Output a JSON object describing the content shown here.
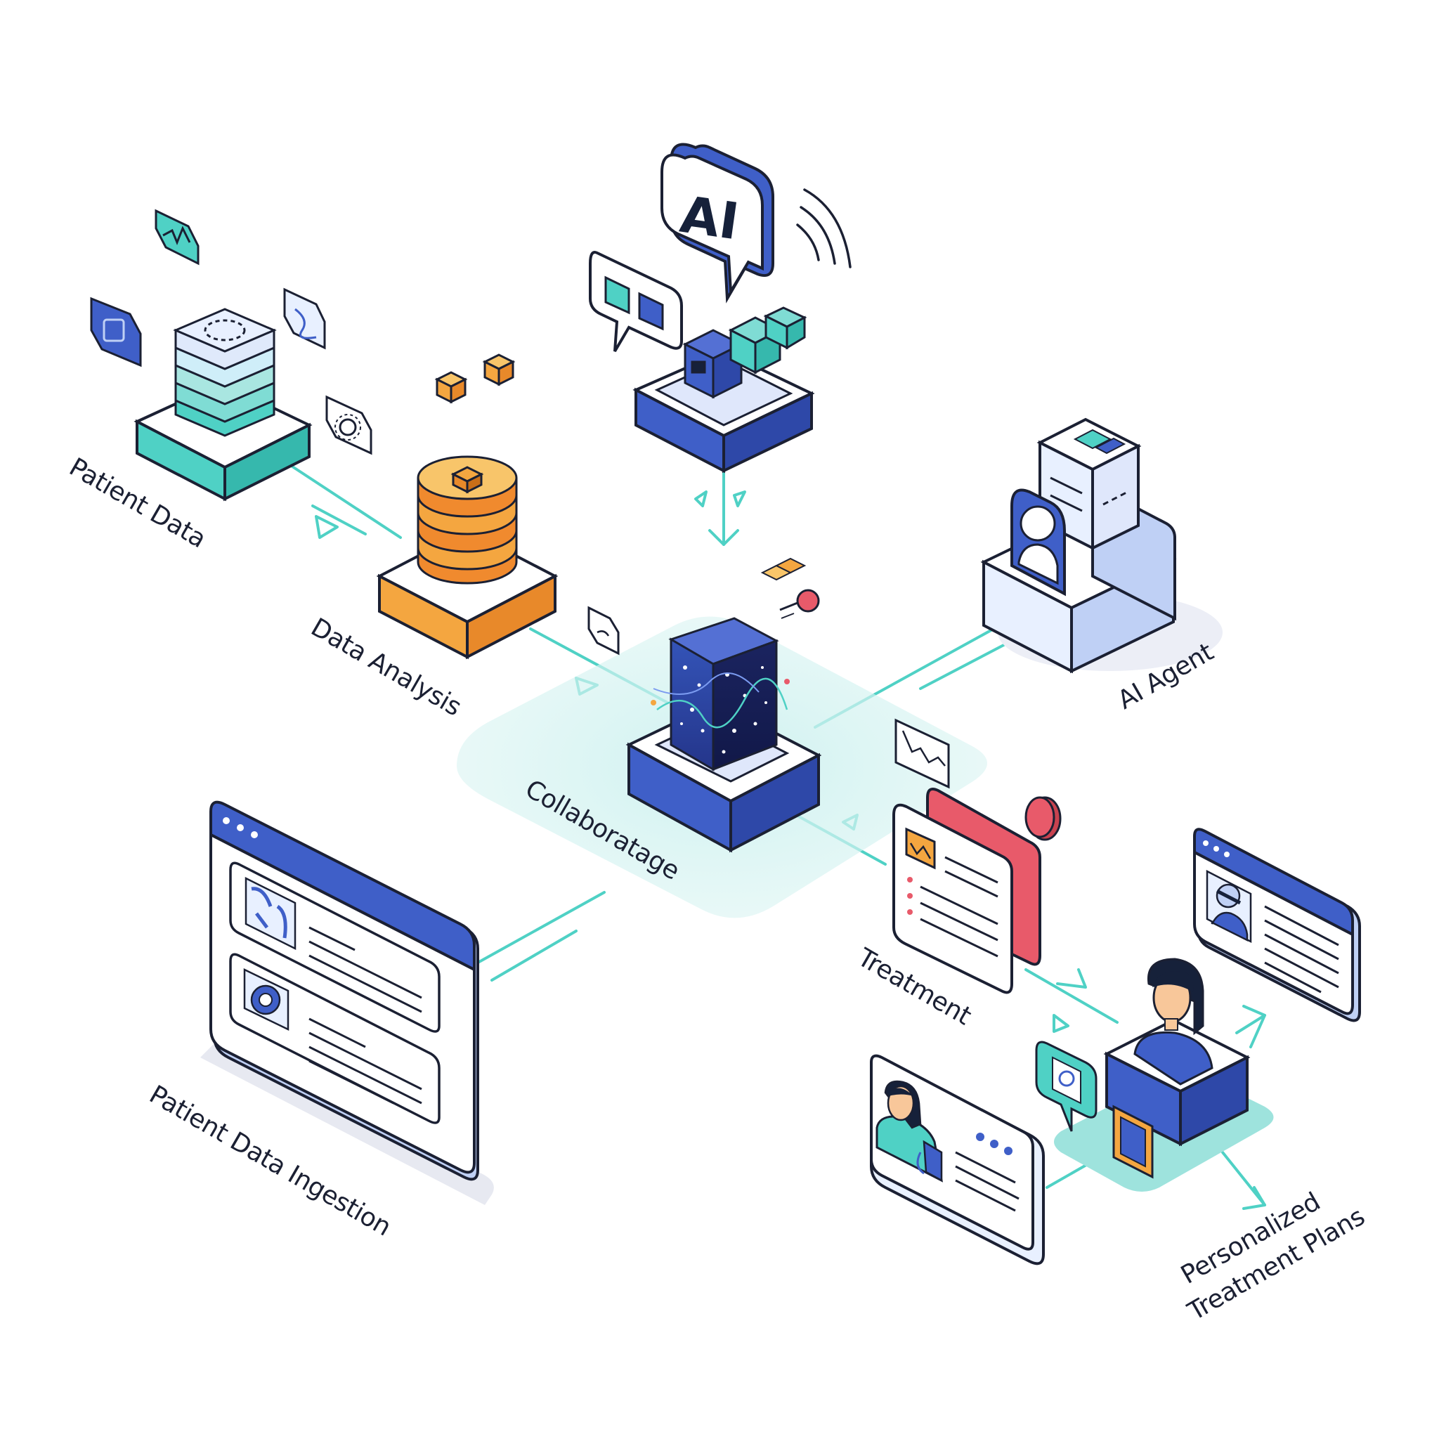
{
  "labels": {
    "patient_data": "Patient Data",
    "data_analysis": "Data Analysis",
    "collaboratage": "Collaboratage",
    "ai_agent": "AI Agent",
    "treatment": "Treatment",
    "patient_data_ingestion": "Patient Data Ingestion",
    "personalized_line1": "Personalized",
    "personalized_line2": "Treatment Plans"
  },
  "ai_badge": "AI",
  "colors": {
    "teal": "#4fd1c5",
    "teal_light": "#c9f0ee",
    "blue": "#3f5fc8",
    "blue_light": "#bfd0f5",
    "orange": "#f4a640",
    "orange_dark": "#e8892a",
    "red": "#e85a6a",
    "ink": "#1b2033"
  },
  "icons": [
    "heartbeat-icon",
    "stethoscope-icon",
    "gear-icon",
    "database-icon",
    "ai-chat-icon",
    "doctor-icon",
    "patient-icon",
    "chart-icon"
  ]
}
